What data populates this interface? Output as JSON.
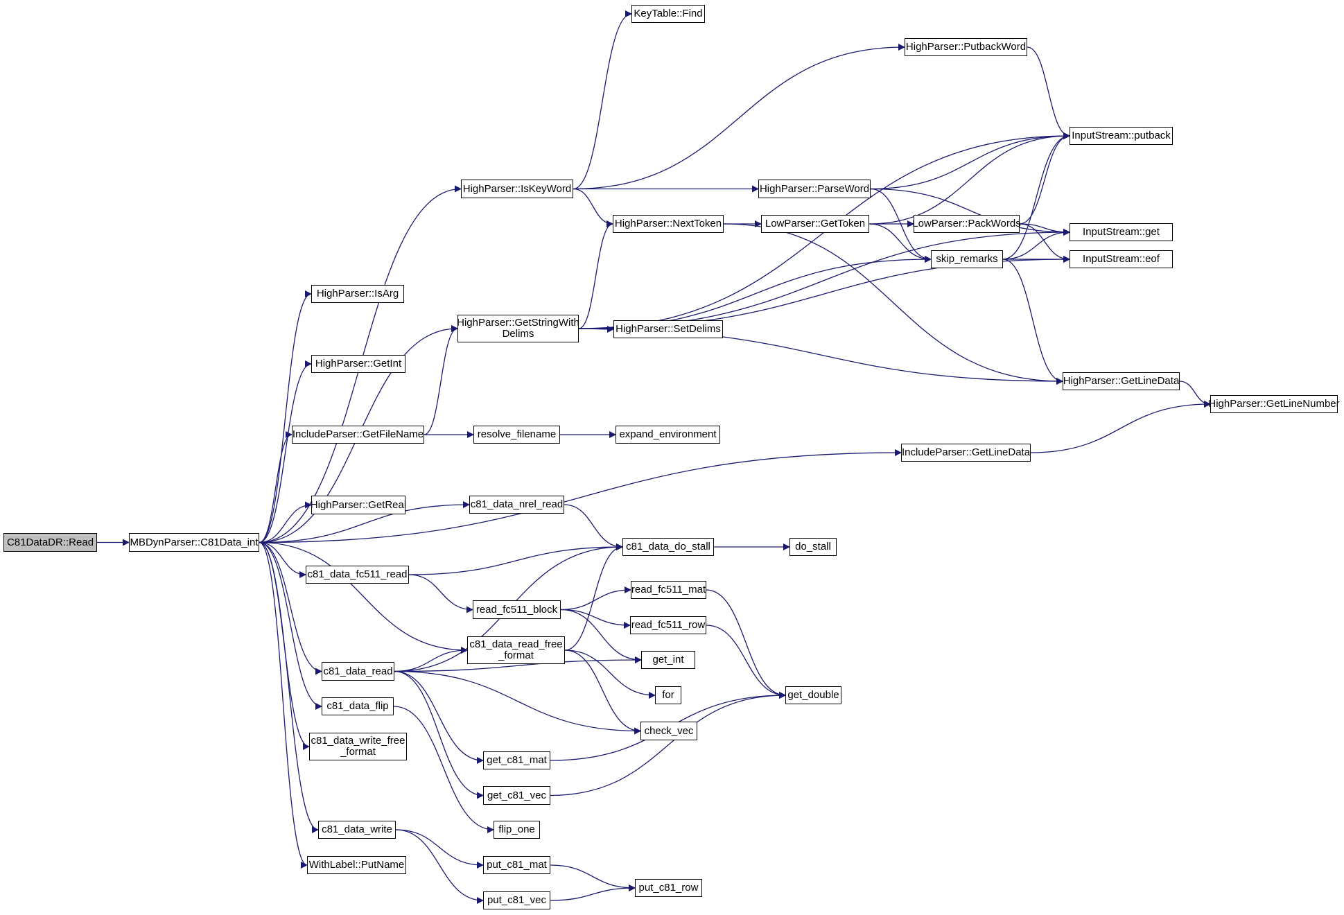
{
  "colors": {
    "edge": "#191970",
    "node_border": "#000000",
    "root_fill": "#bfbfbf",
    "node_fill": "#ffffff"
  },
  "nodes": [
    {
      "id": "c81datadr_read",
      "label": "C81DataDR::Read",
      "root": true
    },
    {
      "id": "mbdyn_c81data_int",
      "label": "MBDynParser::C81Data_int"
    },
    {
      "id": "hp_isarg",
      "label": "HighParser::IsArg"
    },
    {
      "id": "hp_getint",
      "label": "HighParser::GetInt"
    },
    {
      "id": "ip_getfilename",
      "label": "IncludeParser::GetFileName"
    },
    {
      "id": "hp_getreal",
      "label": "HighParser::GetReal"
    },
    {
      "id": "c81_fc511_read",
      "label": "c81_data_fc511_read"
    },
    {
      "id": "c81_data_read",
      "label": "c81_data_read"
    },
    {
      "id": "c81_data_flip",
      "label": "c81_data_flip"
    },
    {
      "id": "c81_write_free",
      "label": "c81_data_write_free\n_format"
    },
    {
      "id": "c81_data_write",
      "label": "c81_data_write"
    },
    {
      "id": "wl_putname",
      "label": "WithLabel::PutName"
    },
    {
      "id": "hp_iskeyword",
      "label": "HighParser::IsKeyWord"
    },
    {
      "id": "hp_getstringdelims",
      "label": "HighParser::GetStringWith\nDelims"
    },
    {
      "id": "resolve_filename",
      "label": "resolve_filename"
    },
    {
      "id": "c81_nrel_read",
      "label": "c81_data_nrel_read"
    },
    {
      "id": "read_fc511_block",
      "label": "read_fc511_block"
    },
    {
      "id": "c81_read_free",
      "label": "c81_data_read_free\n_format"
    },
    {
      "id": "get_c81_mat",
      "label": "get_c81_mat"
    },
    {
      "id": "get_c81_vec",
      "label": "get_c81_vec"
    },
    {
      "id": "flip_one",
      "label": "flip_one"
    },
    {
      "id": "put_c81_mat",
      "label": "put_c81_mat"
    },
    {
      "id": "put_c81_vec",
      "label": "put_c81_vec"
    },
    {
      "id": "keytable_find",
      "label": "KeyTable::Find"
    },
    {
      "id": "hp_nexttoken",
      "label": "HighParser::NextToken"
    },
    {
      "id": "hp_setdelims",
      "label": "HighParser::SetDelims"
    },
    {
      "id": "expand_env",
      "label": "expand_environment"
    },
    {
      "id": "c81_do_stall",
      "label": "c81_data_do_stall"
    },
    {
      "id": "read_fc511_mat",
      "label": "read_fc511_mat"
    },
    {
      "id": "read_fc511_row",
      "label": "read_fc511_row"
    },
    {
      "id": "get_int",
      "label": "get_int"
    },
    {
      "id": "for",
      "label": "for"
    },
    {
      "id": "check_vec",
      "label": "check_vec"
    },
    {
      "id": "put_c81_row",
      "label": "put_c81_row"
    },
    {
      "id": "hp_putbackword",
      "label": "HighParser::PutbackWord"
    },
    {
      "id": "hp_parseword",
      "label": "HighParser::ParseWord"
    },
    {
      "id": "lp_gettoken",
      "label": "LowParser::GetToken"
    },
    {
      "id": "do_stall",
      "label": "do_stall"
    },
    {
      "id": "get_double",
      "label": "get_double"
    },
    {
      "id": "lp_packwords",
      "label": "LowParser::PackWords"
    },
    {
      "id": "skip_remarks",
      "label": "skip_remarks"
    },
    {
      "id": "ip_getlinedata",
      "label": "IncludeParser::GetLineData"
    },
    {
      "id": "is_putback",
      "label": "InputStream::putback"
    },
    {
      "id": "is_get",
      "label": "InputStream::get"
    },
    {
      "id": "is_eof",
      "label": "InputStream::eof"
    },
    {
      "id": "hp_getlinedata",
      "label": "HighParser::GetLineData"
    },
    {
      "id": "hp_getlinenumber",
      "label": "HighParser::GetLineNumber"
    }
  ],
  "edges": [
    [
      "c81datadr_read",
      "mbdyn_c81data_int"
    ],
    [
      "mbdyn_c81data_int",
      "hp_isarg"
    ],
    [
      "mbdyn_c81data_int",
      "hp_getint"
    ],
    [
      "mbdyn_c81data_int",
      "ip_getfilename"
    ],
    [
      "mbdyn_c81data_int",
      "hp_getreal"
    ],
    [
      "mbdyn_c81data_int",
      "c81_fc511_read"
    ],
    [
      "mbdyn_c81data_int",
      "c81_data_read"
    ],
    [
      "mbdyn_c81data_int",
      "c81_data_flip"
    ],
    [
      "mbdyn_c81data_int",
      "c81_write_free"
    ],
    [
      "mbdyn_c81data_int",
      "c81_data_write"
    ],
    [
      "mbdyn_c81data_int",
      "wl_putname"
    ],
    [
      "mbdyn_c81data_int",
      "hp_iskeyword"
    ],
    [
      "mbdyn_c81data_int",
      "hp_getstringdelims"
    ],
    [
      "mbdyn_c81data_int",
      "ip_getlinedata"
    ],
    [
      "mbdyn_c81data_int",
      "c81_nrel_read"
    ],
    [
      "mbdyn_c81data_int",
      "c81_read_free"
    ],
    [
      "hp_iskeyword",
      "keytable_find"
    ],
    [
      "hp_iskeyword",
      "hp_putbackword"
    ],
    [
      "hp_iskeyword",
      "hp_parseword"
    ],
    [
      "hp_iskeyword",
      "hp_nexttoken"
    ],
    [
      "hp_putbackword",
      "is_putback"
    ],
    [
      "hp_parseword",
      "is_putback"
    ],
    [
      "hp_parseword",
      "is_get"
    ],
    [
      "hp_parseword",
      "skip_remarks"
    ],
    [
      "hp_nexttoken",
      "lp_gettoken"
    ],
    [
      "hp_nexttoken",
      "hp_getlinedata"
    ],
    [
      "lp_gettoken",
      "lp_packwords"
    ],
    [
      "lp_gettoken",
      "skip_remarks"
    ],
    [
      "lp_gettoken",
      "is_putback"
    ],
    [
      "lp_packwords",
      "is_get"
    ],
    [
      "lp_packwords",
      "is_eof"
    ],
    [
      "lp_packwords",
      "is_putback"
    ],
    [
      "skip_remarks",
      "is_get"
    ],
    [
      "skip_remarks",
      "is_eof"
    ],
    [
      "skip_remarks",
      "hp_getlinedata"
    ],
    [
      "skip_remarks",
      "is_putback"
    ],
    [
      "hp_getstringdelims",
      "hp_nexttoken"
    ],
    [
      "hp_getstringdelims",
      "is_putback"
    ],
    [
      "hp_getstringdelims",
      "skip_remarks"
    ],
    [
      "hp_getstringdelims",
      "is_get"
    ],
    [
      "hp_getstringdelims",
      "hp_setdelims"
    ],
    [
      "hp_getstringdelims",
      "is_eof"
    ],
    [
      "hp_getstringdelims",
      "hp_getlinedata"
    ],
    [
      "hp_getlinedata",
      "hp_getlinenumber"
    ],
    [
      "ip_getlinedata",
      "hp_getlinenumber"
    ],
    [
      "ip_getfilename",
      "hp_getstringdelims"
    ],
    [
      "ip_getfilename",
      "resolve_filename"
    ],
    [
      "resolve_filename",
      "expand_env"
    ],
    [
      "c81_nrel_read",
      "c81_do_stall"
    ],
    [
      "c81_fc511_read",
      "c81_do_stall"
    ],
    [
      "c81_fc511_read",
      "read_fc511_block"
    ],
    [
      "c81_do_stall",
      "do_stall"
    ],
    [
      "read_fc511_block",
      "read_fc511_mat"
    ],
    [
      "read_fc511_block",
      "read_fc511_row"
    ],
    [
      "read_fc511_block",
      "get_int"
    ],
    [
      "read_fc511_mat",
      "get_double"
    ],
    [
      "read_fc511_row",
      "get_double"
    ],
    [
      "c81_read_free",
      "c81_do_stall"
    ],
    [
      "c81_read_free",
      "for"
    ],
    [
      "c81_read_free",
      "check_vec"
    ],
    [
      "c81_data_read",
      "c81_do_stall"
    ],
    [
      "c81_data_read",
      "c81_read_free"
    ],
    [
      "c81_data_read",
      "get_int"
    ],
    [
      "c81_data_read",
      "check_vec"
    ],
    [
      "c81_data_read",
      "get_c81_mat"
    ],
    [
      "c81_data_read",
      "get_c81_vec"
    ],
    [
      "get_c81_mat",
      "get_double"
    ],
    [
      "get_c81_vec",
      "get_double"
    ],
    [
      "c81_data_flip",
      "flip_one"
    ],
    [
      "c81_data_write",
      "put_c81_mat"
    ],
    [
      "c81_data_write",
      "put_c81_vec"
    ],
    [
      "put_c81_mat",
      "put_c81_row"
    ],
    [
      "put_c81_vec",
      "put_c81_row"
    ]
  ]
}
